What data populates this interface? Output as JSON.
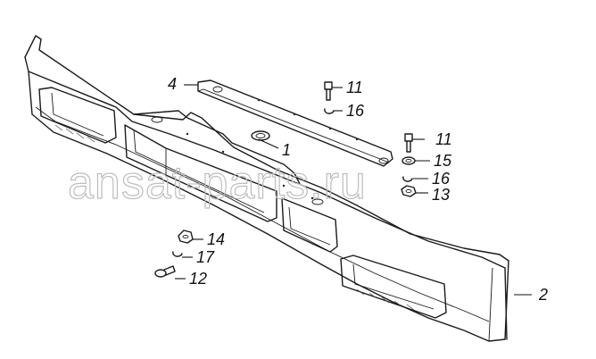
{
  "watermark": "ansat-parts.ru",
  "callouts": [
    {
      "id": "c1",
      "label": "1"
    },
    {
      "id": "c2",
      "label": "2"
    },
    {
      "id": "c4",
      "label": "4"
    },
    {
      "id": "c11a",
      "label": "11"
    },
    {
      "id": "c16a",
      "label": "16"
    },
    {
      "id": "c11b",
      "label": "11"
    },
    {
      "id": "c15",
      "label": "15"
    },
    {
      "id": "c16b",
      "label": "16"
    },
    {
      "id": "c13",
      "label": "13"
    },
    {
      "id": "c14",
      "label": "14"
    },
    {
      "id": "c17",
      "label": "17"
    },
    {
      "id": "c12",
      "label": "12"
    }
  ]
}
